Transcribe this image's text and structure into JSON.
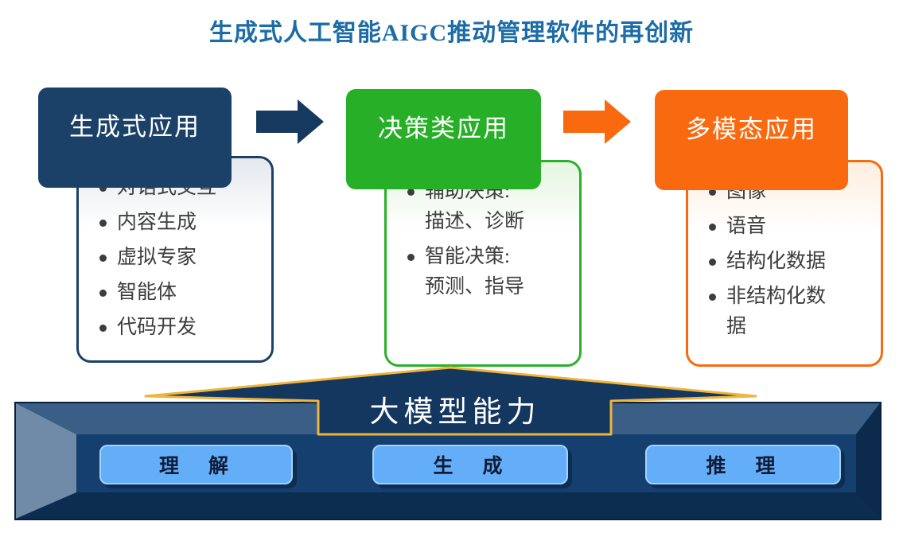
{
  "title": "生成式人工智能AIGC推动管理软件的再创新",
  "colors": {
    "title_blue": "#1C6CA6",
    "navy": "#1B4169",
    "green": "#27B027",
    "orange": "#F96A10",
    "gold_outline": "#EFB53C",
    "arrow_navy_fill": "#14375F",
    "platform_dark": "#0D2F55",
    "platform_top_face": "#3A5E85",
    "platform_left_face": "#6F8BA8",
    "capability_button_blue": "#64ADF8"
  },
  "columns": [
    {
      "title": "生成式应用",
      "items": [
        [
          "对话式交互"
        ],
        [
          "内容生成"
        ],
        [
          "虚拟专家"
        ],
        [
          "智能体"
        ],
        [
          "代码开发"
        ]
      ]
    },
    {
      "title": "决策类应用",
      "items": [
        [
          "辅助决策:",
          "描述、诊断"
        ],
        [
          "智能决策:",
          "预测、指导"
        ]
      ]
    },
    {
      "title": "多模态应用",
      "items": [
        [
          "图像"
        ],
        [
          "语音"
        ],
        [
          "结构化数据"
        ],
        [
          "非结构化数",
          "据"
        ]
      ]
    }
  ],
  "flow_arrows": [
    {
      "name": "arrow-generative-to-decision",
      "color": "#16395F"
    },
    {
      "name": "arrow-decision-to-multimodal",
      "color": "#F96A10"
    }
  ],
  "foundation": {
    "arrow_label": "大模型能力",
    "capabilities": [
      "理　解",
      "生　成",
      "推　理"
    ]
  }
}
